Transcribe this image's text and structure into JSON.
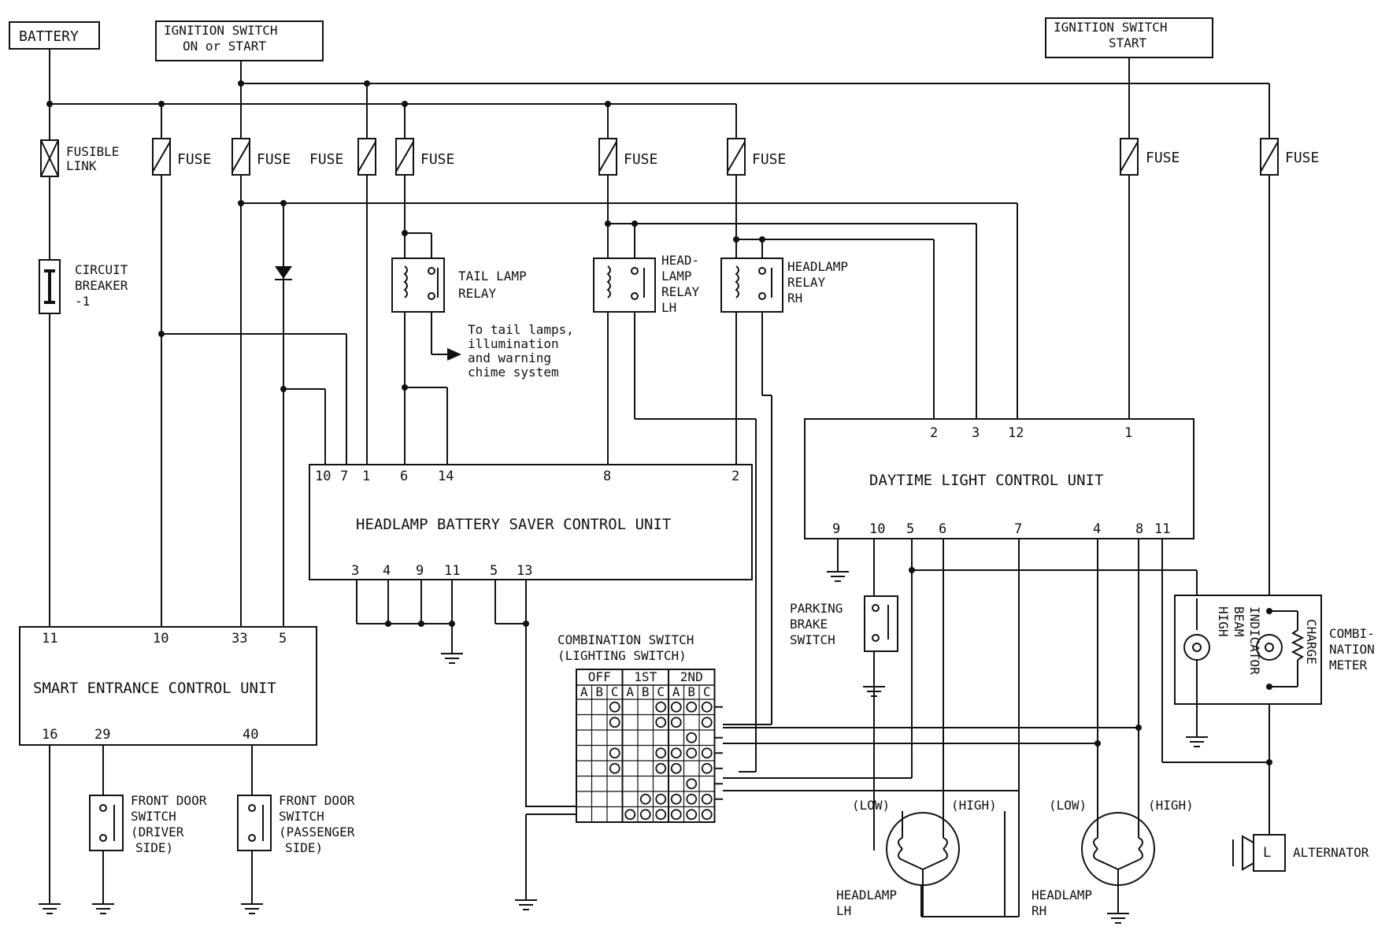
{
  "sources": {
    "battery": "BATTERY",
    "ign_on_start_l1": "IGNITION SWITCH",
    "ign_on_start_l2": "ON or START",
    "ign_start_l1": "IGNITION SWITCH",
    "ign_start_l2": "START"
  },
  "fuses": {
    "fusible_l1": "FUSIBLE",
    "fusible_l2": "LINK",
    "fuse": "FUSE"
  },
  "breaker": {
    "l1": "CIRCUIT",
    "l2": "BREAKER",
    "l3": "-1"
  },
  "relays": {
    "tail_l1": "TAIL LAMP",
    "tail_l2": "RELAY",
    "lh_l1": "HEAD-",
    "lh_l2": "LAMP",
    "lh_l3": "RELAY",
    "lh_l4": "LH",
    "rh_l1": "HEADLAMP",
    "rh_l2": "RELAY",
    "rh_l3": "RH"
  },
  "note": {
    "l1": "To tail lamps,",
    "l2": "illumination",
    "l3": "and warning",
    "l4": "chime system"
  },
  "saver_unit": {
    "title": "HEADLAMP BATTERY SAVER CONTROL UNIT",
    "top_pins": [
      "10",
      "7",
      "1",
      "6",
      "14",
      "8",
      "2"
    ],
    "bottom_pins": [
      "3",
      "4",
      "9",
      "11",
      "5",
      "13"
    ]
  },
  "daytime_unit": {
    "title": "DAYTIME LIGHT CONTROL UNIT",
    "top_pins": [
      "2",
      "3",
      "12",
      "1"
    ],
    "bottom_pins": [
      "9",
      "10",
      "5",
      "6",
      "7",
      "4",
      "8",
      "11"
    ]
  },
  "smart_unit": {
    "title": "SMART ENTRANCE CONTROL UNIT",
    "top_pins": [
      "11",
      "10",
      "33",
      "5"
    ],
    "bottom_pins": [
      "16",
      "29",
      "40"
    ]
  },
  "combo_switch": {
    "l1": "COMBINATION SWITCH",
    "l2": "(LIGHTING SWITCH)",
    "groups": [
      "OFF",
      "1ST",
      "2ND"
    ],
    "cols": [
      "A",
      "B",
      "C",
      "A",
      "B",
      "C",
      "A",
      "B",
      "C"
    ]
  },
  "parking": {
    "l1": "PARKING",
    "l2": "BRAKE",
    "l3": "SWITCH"
  },
  "door_driver": {
    "l1": "FRONT DOOR",
    "l2": "SWITCH",
    "l3": "(DRIVER",
    "l4": "SIDE)"
  },
  "door_passenger": {
    "l1": "FRONT DOOR",
    "l2": "SWITCH",
    "l3": "(PASSENGER",
    "l4": "SIDE)"
  },
  "meter": {
    "high_beam_l1": "HIGH",
    "high_beam_l2": "BEAM",
    "high_beam_l3": "INDICATOR",
    "charge": "CHARGE",
    "name_l1": "COMBI-",
    "name_l2": "NATION",
    "name_l3": "METER"
  },
  "headlamps": {
    "low": "(LOW)",
    "high": "(HIGH)",
    "lh_l1": "HEADLAMP",
    "lh_l2": "LH",
    "rh_l1": "HEADLAMP",
    "rh_l2": "RH"
  },
  "alternator": {
    "label": "ALTERNATOR",
    "terminal": "L"
  }
}
